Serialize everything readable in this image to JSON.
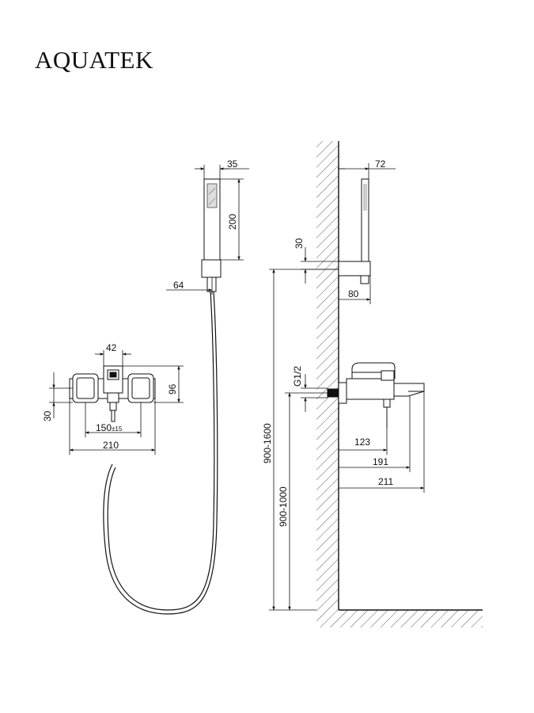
{
  "brand": {
    "name": "AQUATEK"
  },
  "front_view": {
    "handshower_width": "35",
    "handshower_height": "200",
    "holder_offset": "64",
    "cartridge_width": "42",
    "body_height": "96",
    "outlet_height": "30",
    "center_distance": "150",
    "center_tolerance": "±15",
    "total_width": "210"
  },
  "side_view": {
    "handshower_depth": "72",
    "holder_height": "30",
    "holder_projection": "80",
    "thread": "G1/2",
    "height_range_shower": "900-1600",
    "height_range_mixer": "900-1000",
    "depth_outlet": "123",
    "depth_handle": "191",
    "depth_spout": "211"
  },
  "colors": {
    "line": "#111111",
    "background": "#ffffff"
  }
}
